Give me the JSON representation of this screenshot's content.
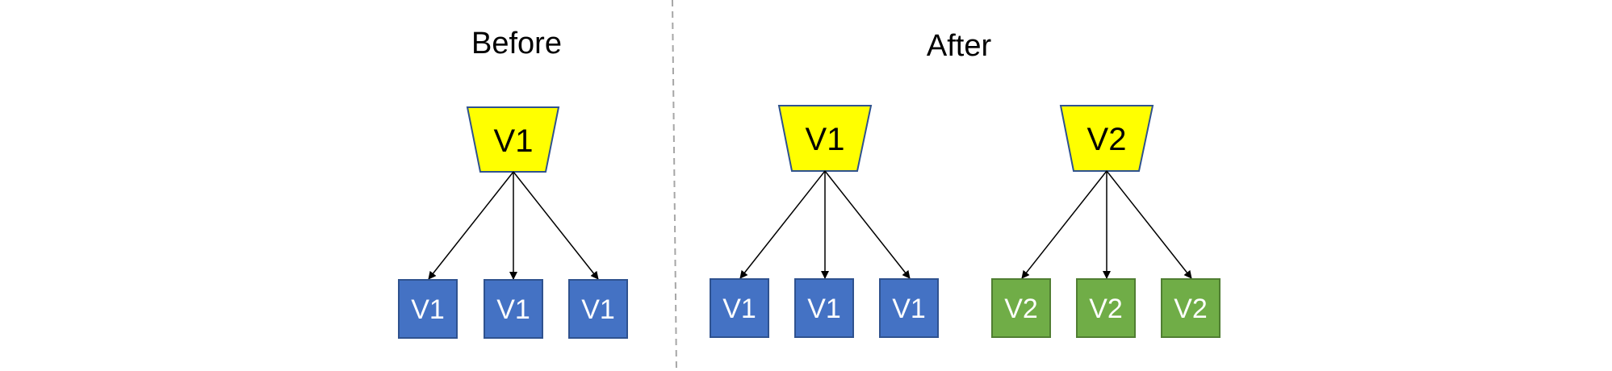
{
  "panels": {
    "before": {
      "title": "Before",
      "parent_label": "V1",
      "children": [
        "V1",
        "V1",
        "V1"
      ]
    },
    "after": {
      "title": "After",
      "groups": [
        {
          "parent_label": "V1",
          "children": [
            "V1",
            "V1",
            "V1"
          ]
        },
        {
          "parent_label": "V2",
          "children": [
            "V2",
            "V2",
            "V2"
          ]
        }
      ]
    }
  },
  "colors": {
    "parent_fill": "#ffff00",
    "parent_stroke": "#2f528f",
    "v1_box_fill": "#4472c4",
    "v1_box_stroke": "#2f528f",
    "v2_box_fill": "#70ad47",
    "v2_box_stroke": "#507e32",
    "arrow": "#000000",
    "divider": "#a6a6a6"
  }
}
